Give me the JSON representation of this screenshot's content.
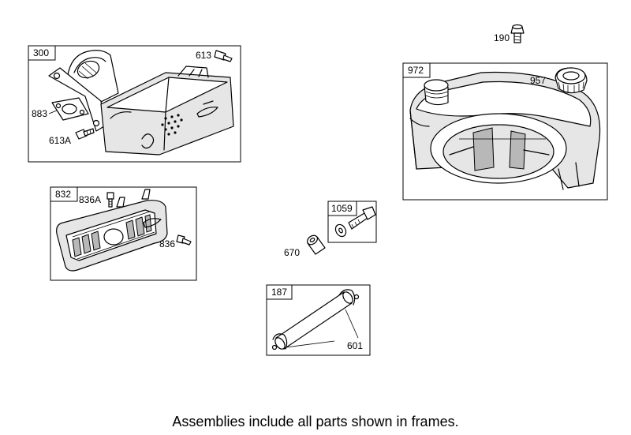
{
  "caption": "Assemblies include all parts shown in frames.",
  "frames": [
    {
      "id": "300"
    },
    {
      "id": "832"
    },
    {
      "id": "1059"
    },
    {
      "id": "187"
    },
    {
      "id": "972"
    }
  ],
  "parts": {
    "p613": "613",
    "p883": "883",
    "p613a": "613A",
    "p836a": "836A",
    "p836": "836",
    "p670": "670",
    "p601": "601",
    "p190": "190",
    "p957": "957"
  }
}
